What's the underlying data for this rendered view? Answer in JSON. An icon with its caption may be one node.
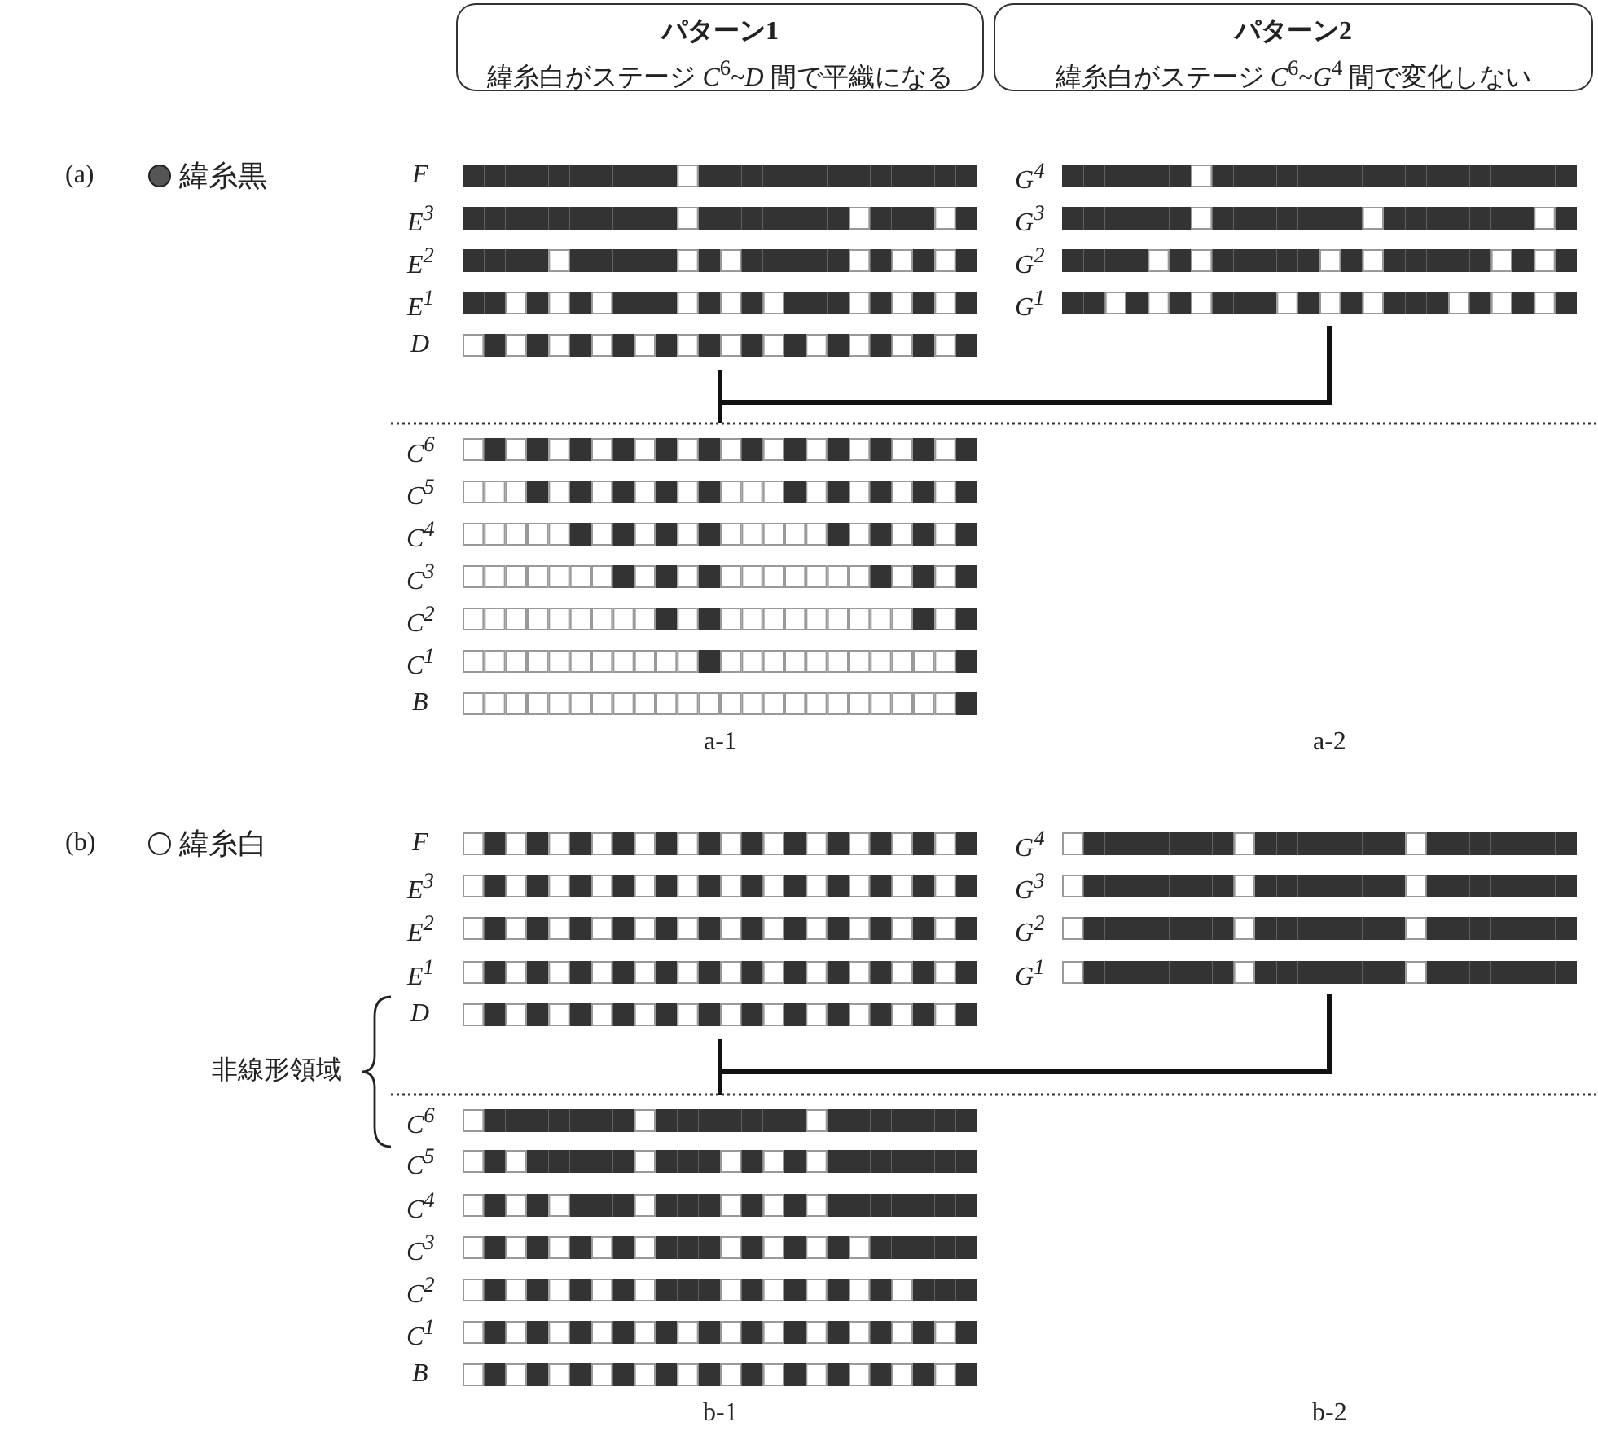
{
  "diagram": {
    "nodes": [
      {
        "text": [
          "パターン1",
          "緯糸白がステージ *C*$^{6}$~*D* 間で平織になる"
        ]
      },
      {
        "text": [
          "パターン2",
          "緯糸白がステージ *C*$^{6}$~*G*$^{4}$ 間で変化しない"
        ]
      }
    ],
    "labels": [
      "(a)",
      "F",
      "G$^{4}$",
      "E$^{3}$",
      "G$^{3}$",
      "E$^{2}$",
      "G$^{2}$",
      "E$^{1}$",
      "G$^{1}$",
      "D",
      "C$^{6}$",
      "C$^{5}$",
      "C$^{4}$",
      "C$^{3}$",
      "C$^{2}$",
      "C$^{1}$",
      "B",
      "a-1",
      "a-2",
      "(b)",
      "F",
      "G$^{4}$",
      "E$^{3}$",
      "G$^{3}$",
      "E$^{2}$",
      "G$^{2}$",
      "E$^{1}$",
      "G$^{1}$",
      "非線形領域",
      "D",
      "C$^{6}$",
      "C$^{5}$",
      "C$^{4}$",
      "C$^{3}$",
      "C$^{2}$",
      "C$^{1}$",
      "B",
      "b-1",
      "b-2"
    ],
    "legend": [
      {
        "text": "緯糸黒",
        "color": "#555555"
      },
      {
        "text": "緯糸白",
        "color": "#ffffff"
      }
    ]
  }
}
